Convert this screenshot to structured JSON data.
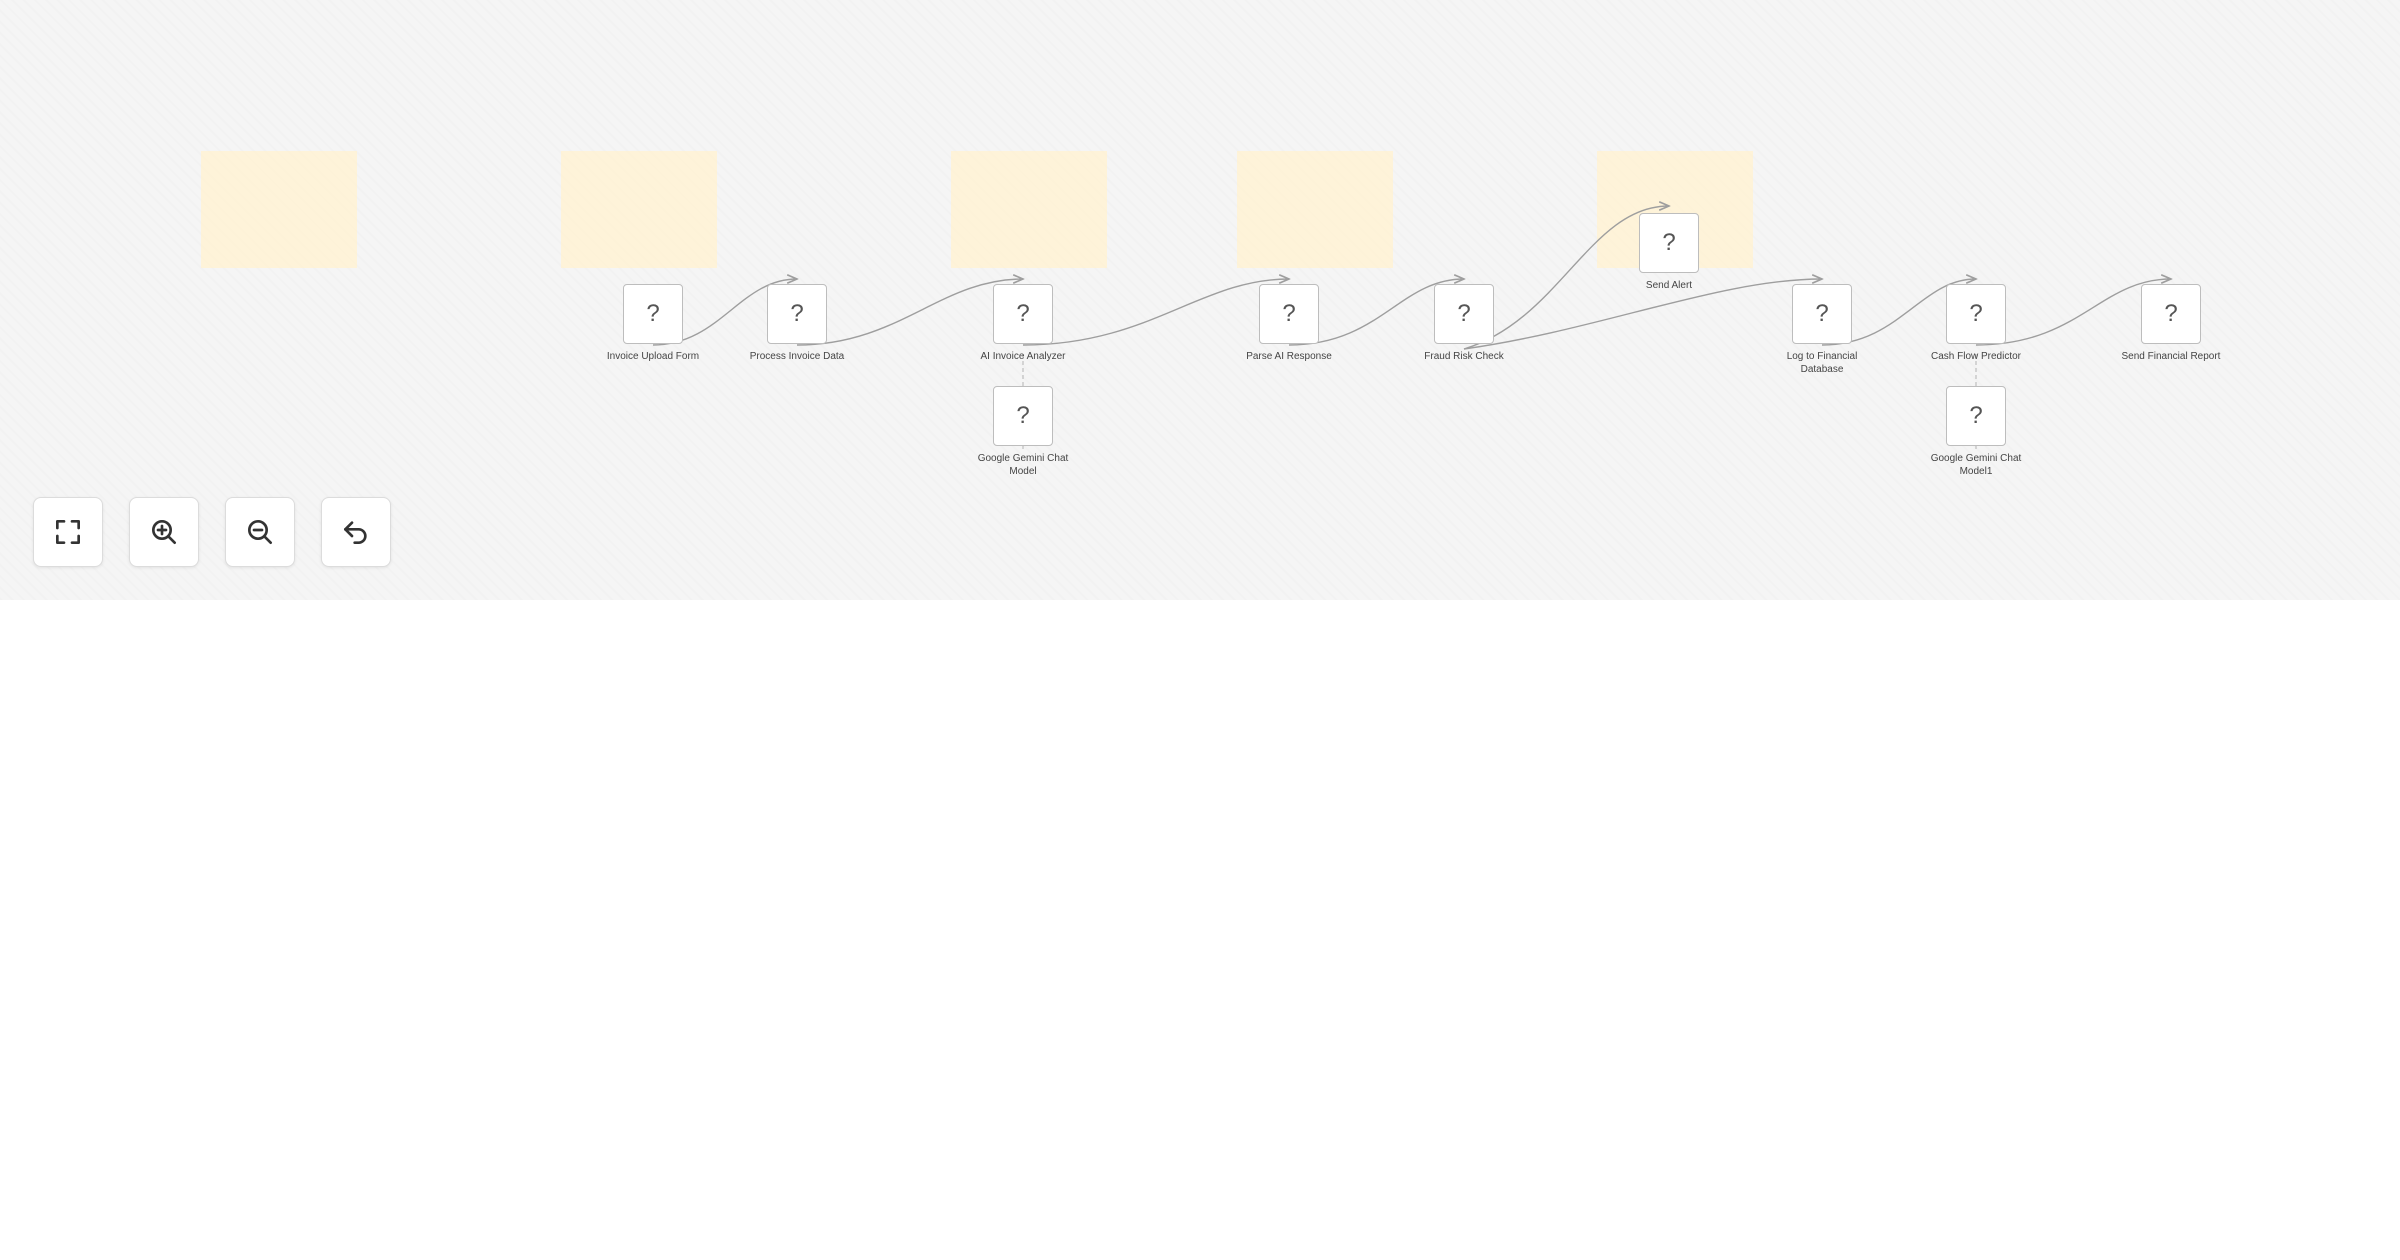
{
  "workflow": {
    "nodes": [
      {
        "id": "invoice_upload_form",
        "label": "Invoice Upload Form",
        "icon": "question-icon",
        "glyph": "?"
      },
      {
        "id": "process_invoice_data",
        "label": "Process Invoice Data",
        "icon": "question-icon",
        "glyph": "?"
      },
      {
        "id": "ai_invoice_analyzer",
        "label": "AI Invoice Analyzer",
        "icon": "question-icon",
        "glyph": "?"
      },
      {
        "id": "google_gemini_chat_model",
        "label": "Google Gemini Chat Model",
        "icon": "question-icon",
        "glyph": "?"
      },
      {
        "id": "parse_ai_response",
        "label": "Parse AI Response",
        "icon": "question-icon",
        "glyph": "?"
      },
      {
        "id": "fraud_risk_check",
        "label": "Fraud Risk Check",
        "icon": "question-icon",
        "glyph": "?"
      },
      {
        "id": "send_alert",
        "label": "Send Alert",
        "icon": "question-icon",
        "glyph": "?"
      },
      {
        "id": "log_to_financial_database",
        "label": "Log to Financial Database",
        "icon": "question-icon",
        "glyph": "?"
      },
      {
        "id": "cash_flow_predictor",
        "label": "Cash Flow Predictor",
        "icon": "question-icon",
        "glyph": "?"
      },
      {
        "id": "google_gemini_chat_model1",
        "label": "Google Gemini Chat Model1",
        "icon": "question-icon",
        "glyph": "?"
      },
      {
        "id": "send_financial_report",
        "label": "Send Financial Report",
        "icon": "question-icon",
        "glyph": "?"
      }
    ],
    "connections": [
      {
        "from": "invoice_upload_form",
        "to": "process_invoice_data",
        "type": "main"
      },
      {
        "from": "process_invoice_data",
        "to": "ai_invoice_analyzer",
        "type": "main"
      },
      {
        "from": "ai_invoice_analyzer",
        "to": "parse_ai_response",
        "type": "main"
      },
      {
        "from": "parse_ai_response",
        "to": "fraud_risk_check",
        "type": "main"
      },
      {
        "from": "fraud_risk_check",
        "to": "send_alert",
        "type": "main"
      },
      {
        "from": "fraud_risk_check",
        "to": "log_to_financial_database",
        "type": "main"
      },
      {
        "from": "log_to_financial_database",
        "to": "cash_flow_predictor",
        "type": "main"
      },
      {
        "from": "cash_flow_predictor",
        "to": "send_financial_report",
        "type": "main"
      },
      {
        "from": "google_gemini_chat_model",
        "to": "ai_invoice_analyzer",
        "type": "ai"
      },
      {
        "from": "google_gemini_chat_model1",
        "to": "cash_flow_predictor",
        "type": "ai"
      }
    ],
    "sticky_notes": [
      {
        "id": "note1",
        "color": "#fff2d4"
      },
      {
        "id": "note2",
        "color": "#fff2d4"
      },
      {
        "id": "note3",
        "color": "#fff2d4"
      },
      {
        "id": "note4",
        "color": "#fff2d4"
      },
      {
        "id": "note5",
        "color": "#fff2d4"
      }
    ]
  },
  "controls": {
    "buttons": [
      {
        "id": "fit-view",
        "icon": "fullscreen-icon"
      },
      {
        "id": "zoom-in",
        "icon": "zoom-in-icon"
      },
      {
        "id": "zoom-out",
        "icon": "zoom-out-icon"
      },
      {
        "id": "undo",
        "icon": "undo-icon"
      }
    ]
  },
  "colors": {
    "canvas_background": "#f5f5f5",
    "page_background": "#ffffff",
    "sticky_note": "#fff2d4",
    "node_border": "#bdbdbd",
    "edge": "#9e9e9e"
  }
}
